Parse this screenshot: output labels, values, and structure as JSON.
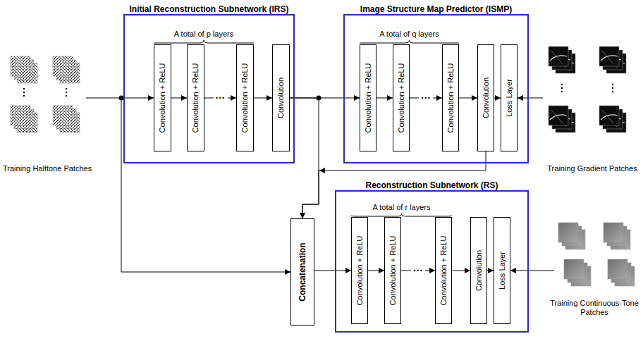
{
  "diagram": {
    "nodes": [
      {
        "text": [
          "Initial Reconstruction Subnetwork (IRS)",
          "A total of p layers"
        ]
      },
      {
        "text": [
          "Convolution + ReLU"
        ],
        "in": 0
      },
      {
        "text": [
          "Convolution + ReLU"
        ],
        "in": 0
      },
      {
        "text": [
          "Convolution + ReLU"
        ],
        "in": 0
      },
      {
        "text": [
          "Convolution"
        ],
        "in": 0
      },
      {
        "text": [
          "Image Structure Map Predictor (ISMP)",
          "A total of q layers"
        ]
      },
      {
        "text": [
          "Convolution + ReLU"
        ],
        "in": 5
      },
      {
        "text": [
          "Convolution + ReLU"
        ],
        "in": 5
      },
      {
        "text": [
          "Convolution + ReLU"
        ],
        "in": 5
      },
      {
        "text": [
          "Convolution"
        ],
        "in": 5
      },
      {
        "text": [
          "Loss Layer"
        ],
        "in": 5
      },
      {
        "text": [
          "Reconstruction Subnetwork (RS)",
          "A total of r layers"
        ]
      },
      {
        "text": [
          "Convolution + ReLU"
        ],
        "in": 11
      },
      {
        "text": [
          "Convolution + ReLU"
        ],
        "in": 11
      },
      {
        "text": [
          "Convolution + ReLU"
        ],
        "in": 11
      },
      {
        "text": [
          "Convolution"
        ],
        "in": 11
      },
      {
        "text": [
          "Loss Layer"
        ],
        "in": 11
      },
      {
        "text": [
          "Concatenation"
        ]
      }
    ],
    "edges": [
      {
        "from": 1,
        "to": 2,
        "arrow": "to"
      },
      {
        "from": 2,
        "to": 3,
        "arrow": "to"
      },
      {
        "from": 3,
        "to": 4,
        "arrow": "to"
      },
      {
        "from": 4,
        "to": 6,
        "arrow": "to"
      },
      {
        "from": 6,
        "to": 7,
        "arrow": "to"
      },
      {
        "from": 7,
        "to": 8,
        "arrow": "to"
      },
      {
        "from": 8,
        "to": 9,
        "arrow": "to"
      },
      {
        "from": 9,
        "to": 10,
        "arrow": "to"
      },
      {
        "from": 4,
        "to": 17,
        "arrow": "to"
      },
      {
        "from": 9,
        "to": 17,
        "arrow": "to"
      },
      {
        "from": 17,
        "to": 12,
        "arrow": "to"
      },
      {
        "from": 12,
        "to": 13,
        "arrow": "to"
      },
      {
        "from": 13,
        "to": 14,
        "arrow": "to"
      },
      {
        "from": 14,
        "to": 15,
        "arrow": "to"
      },
      {
        "from": 15,
        "to": 16,
        "arrow": "to"
      }
    ],
    "labels": [
      "···",
      "···",
      "···",
      "Training Halftone Patches",
      "Training Gradient Patches",
      "Training Continuous-Tone Patches"
    ]
  }
}
